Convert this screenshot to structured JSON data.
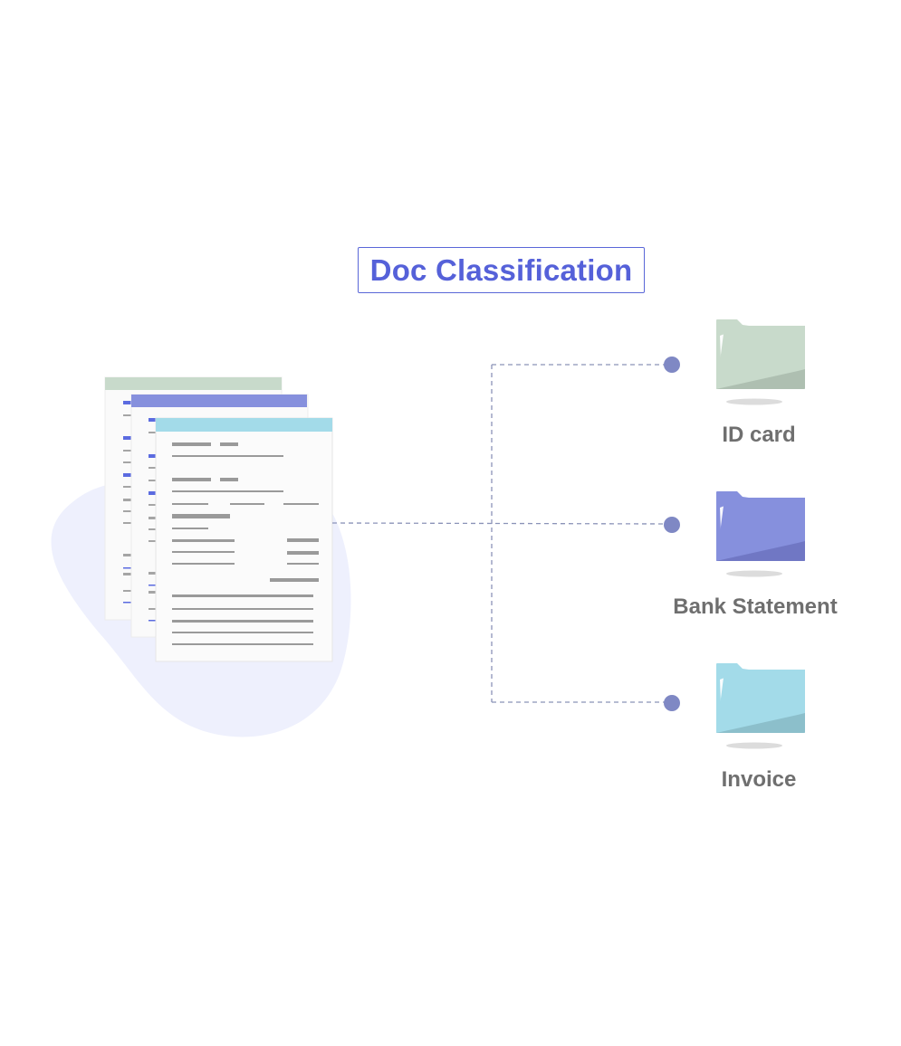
{
  "title": "Doc Classification",
  "categories": [
    {
      "label": "ID card",
      "icon": "folder-icon",
      "color": "#c8dacb",
      "shade": "#aebfb1"
    },
    {
      "label": "Bank Statement",
      "icon": "folder-icon",
      "color": "#8690dd",
      "shade": "#7077c4"
    },
    {
      "label": "Invoice",
      "icon": "folder-icon",
      "color": "#a3dbe9",
      "shade": "#8cbfcb"
    }
  ],
  "documents": {
    "icon": "document-stack-icon",
    "header_colors": [
      "#c8dacb",
      "#8690dd",
      "#a3dbe9"
    ]
  },
  "colors": {
    "accent": "#5561d9",
    "connector": "#8b93b8",
    "node": "#7f88c4",
    "blob": "#eef0fd",
    "label": "#6f6f6f"
  }
}
